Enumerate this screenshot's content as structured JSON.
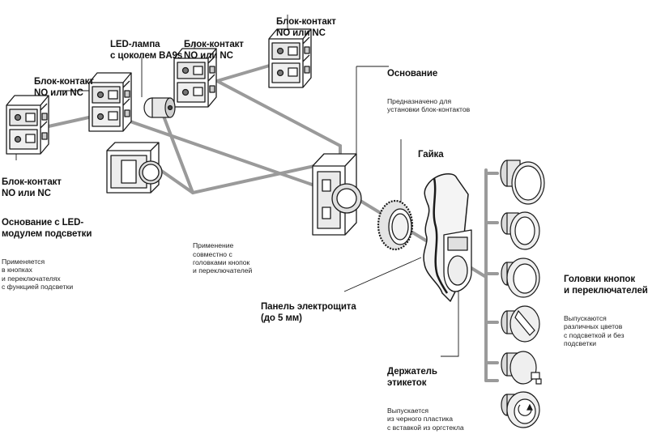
{
  "colors": {
    "connector": "#9a9a9a",
    "outline": "#1a1a1a",
    "part_fill": "#ffffff",
    "shade": "#d6d6d6"
  },
  "labels": {
    "block_contact_top": {
      "title": "Блок-контакт\nNO или NC"
    },
    "block_contact_mid": {
      "title": "Блок-контакт\nNO или NC"
    },
    "block_contact_left_top": {
      "title": "Блок-контакт\nNO или NC"
    },
    "block_contact_left": {
      "title": "Блок-контакт\nNO или NC"
    },
    "led_lamp": {
      "title": "LED-лампа\nс цоколем BA9s"
    },
    "led_base": {
      "title": "Основание с LED-\nмодулем подсветки",
      "desc": "Применяется\nв кнопках\nи переключателях\nс функцией подсветки"
    },
    "compatibility": {
      "desc": "Применение\nсовместно с\nголовками кнопок\nи переключателей"
    },
    "base": {
      "title": "Основание",
      "desc": "Предназначено для\nустановки блок-контактов"
    },
    "nut": {
      "title": "Гайка"
    },
    "panel": {
      "title": "Панель электрощита\n(до 5 мм)"
    },
    "label_holder": {
      "title": "Держатель\nэтикеток",
      "desc": "Выпускается\nиз черного пластика\nс вставкой из оргстекла"
    },
    "heads": {
      "title": "Головки кнопок\nи переключателей",
      "desc": "Выпускаются\nразличных цветов\nс подсветкой и без\nподсветки"
    }
  },
  "icons": {
    "contact_block": "contact-block-icon",
    "led_lamp": "led-lamp-icon",
    "led_base": "led-module-base-icon",
    "mount_base": "mounting-base-icon",
    "nut": "nut-icon",
    "panel": "panel-icon",
    "label_holder": "label-holder-icon",
    "heads": [
      "mushroom-button-icon",
      "round-button-icon",
      "flat-button-icon",
      "selector-switch-icon",
      "key-switch-icon",
      "emergency-stop-icon"
    ]
  }
}
